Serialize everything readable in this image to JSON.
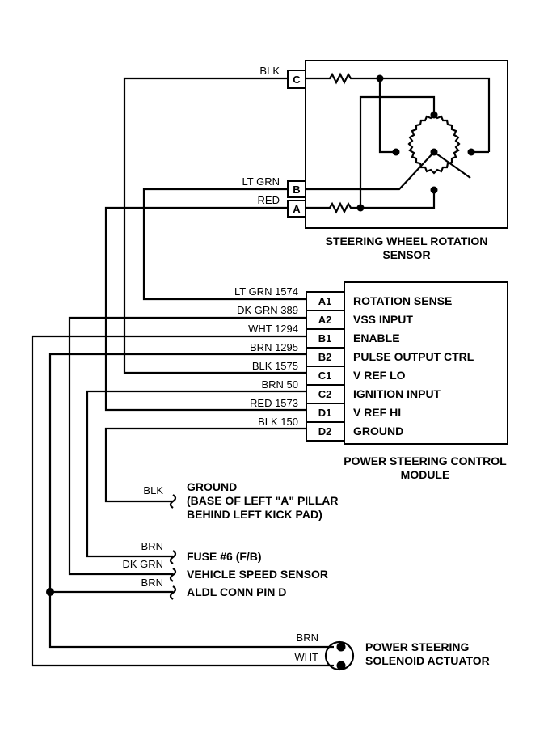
{
  "sensor": {
    "title_line1": "STEERING WHEEL ROTATION",
    "title_line2": "SENSOR",
    "pins": [
      {
        "pin": "C",
        "wire": "BLK"
      },
      {
        "pin": "B",
        "wire": "LT GRN"
      },
      {
        "pin": "A",
        "wire": "RED"
      }
    ]
  },
  "module": {
    "title_line1": "POWER STEERING CONTROL",
    "title_line2": "MODULE",
    "pins": [
      {
        "pin": "A1",
        "wire": "LT GRN 1574",
        "function": "ROTATION SENSE"
      },
      {
        "pin": "A2",
        "wire": "DK GRN 389",
        "function": "VSS INPUT"
      },
      {
        "pin": "B1",
        "wire": "WHT 1294",
        "function": "ENABLE"
      },
      {
        "pin": "B2",
        "wire": "BRN 1295",
        "function": "PULSE OUTPUT CTRL"
      },
      {
        "pin": "C1",
        "wire": "BLK 1575",
        "function": "V REF LO"
      },
      {
        "pin": "C2",
        "wire": "BRN 50",
        "function": "IGNITION INPUT"
      },
      {
        "pin": "D1",
        "wire": "RED 1573",
        "function": "V REF HI"
      },
      {
        "pin": "D2",
        "wire": "BLK 150",
        "function": "GROUND"
      }
    ]
  },
  "connections": [
    {
      "wire": "BLK",
      "lines": [
        "GROUND",
        "(BASE OF LEFT \"A\" PILLAR",
        "BEHIND LEFT KICK PAD)"
      ]
    },
    {
      "wire": "BRN",
      "lines": [
        "FUSE #6 (F/B)"
      ]
    },
    {
      "wire": "DK GRN",
      "lines": [
        "VEHICLE SPEED SENSOR"
      ]
    },
    {
      "wire": "BRN",
      "lines": [
        "ALDL CONN PIN D"
      ]
    }
  ],
  "actuator": {
    "wire_top": "BRN",
    "wire_bottom": "WHT",
    "title_line1": "POWER STEERING",
    "title_line2": "SOLENOID ACTUATOR"
  }
}
